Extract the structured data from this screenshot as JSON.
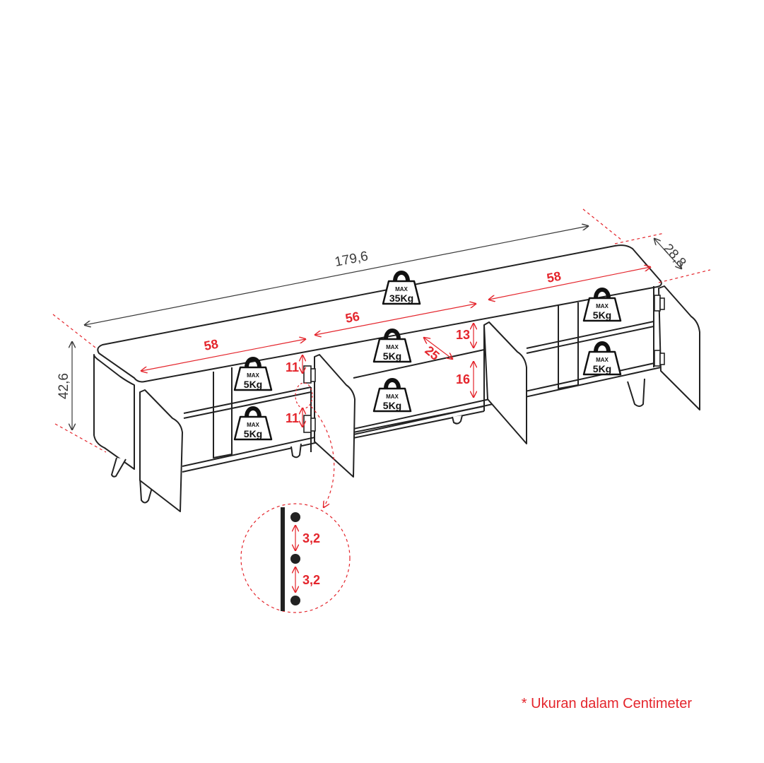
{
  "overall": {
    "length": "179,6",
    "depth": "28,8",
    "height": "42,6"
  },
  "compartments": {
    "left_width": "58",
    "center_width": "56",
    "right_width": "58",
    "center_depth": "25",
    "upper_gap": "13",
    "lower_gap": "16",
    "hinge_top": "11",
    "hinge_bottom": "11"
  },
  "detail": {
    "hole_spacing_1": "3,2",
    "hole_spacing_2": "3,2"
  },
  "weights": {
    "max_label": "MAX",
    "top": "35Kg",
    "shelf_left_upper": "5Kg",
    "shelf_left_lower": "5Kg",
    "shelf_center_upper": "5Kg",
    "shelf_center_lower": "5Kg",
    "shelf_right_upper": "5Kg",
    "shelf_right_lower": "5Kg"
  },
  "footnote": "* Ukuran dalam Centimeter",
  "colors": {
    "accent_red": "#e4252c",
    "line": "#222222",
    "dimension_black": "#3a3a3a"
  }
}
